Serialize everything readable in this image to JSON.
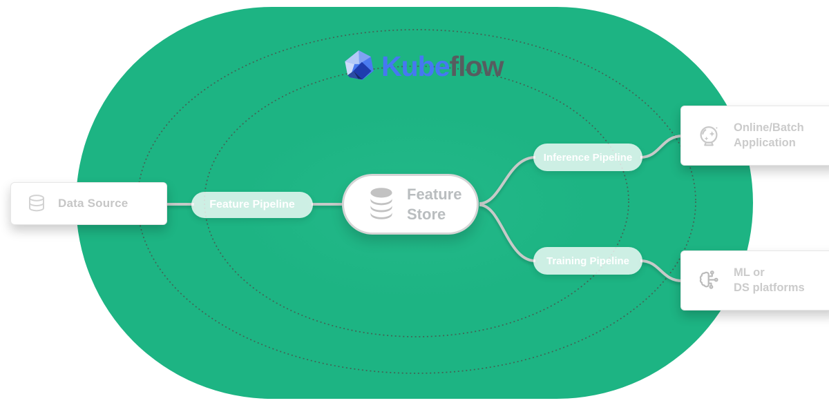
{
  "logo": {
    "name": "Kubeflow",
    "kube": "Kube",
    "flow": "flow"
  },
  "nodes": {
    "data_source": {
      "label": "Data Source",
      "icon": "database-icon"
    },
    "feature_pipeline": {
      "label": "Feature Pipeline"
    },
    "feature_store": {
      "line1": "Feature",
      "line2": "Store",
      "icon": "database-stack-icon"
    },
    "inference_pipeline": {
      "label": "Inference Pipeline"
    },
    "training_pipeline": {
      "label": "Training Pipeline"
    },
    "online_batch_application": {
      "line1": "Online/Batch",
      "line2": "Application",
      "icon": "crystal-ball-icon"
    },
    "ml_ds_platforms": {
      "line1": "ML or",
      "line2": "DS platforms",
      "icon": "machine-learning-icon"
    }
  },
  "colors": {
    "green_bg": "#1db483",
    "green_bg_light": "#23b989",
    "dotted_line": "#4e4e49",
    "connector": "#c6cac8",
    "pill_bg": "rgba(255,255,255,0.78)",
    "pill_text": "#ffffff",
    "card_bg": "#ffffff",
    "card_border": "#e6e6e6",
    "card_text": "#c6c6c6",
    "store_text": "#b9bdbf",
    "store_border": "#d5d5d5",
    "icon_gray": "#c2c2c2",
    "logo_kube": "#4678f2",
    "logo_flow": "#575c5f"
  }
}
